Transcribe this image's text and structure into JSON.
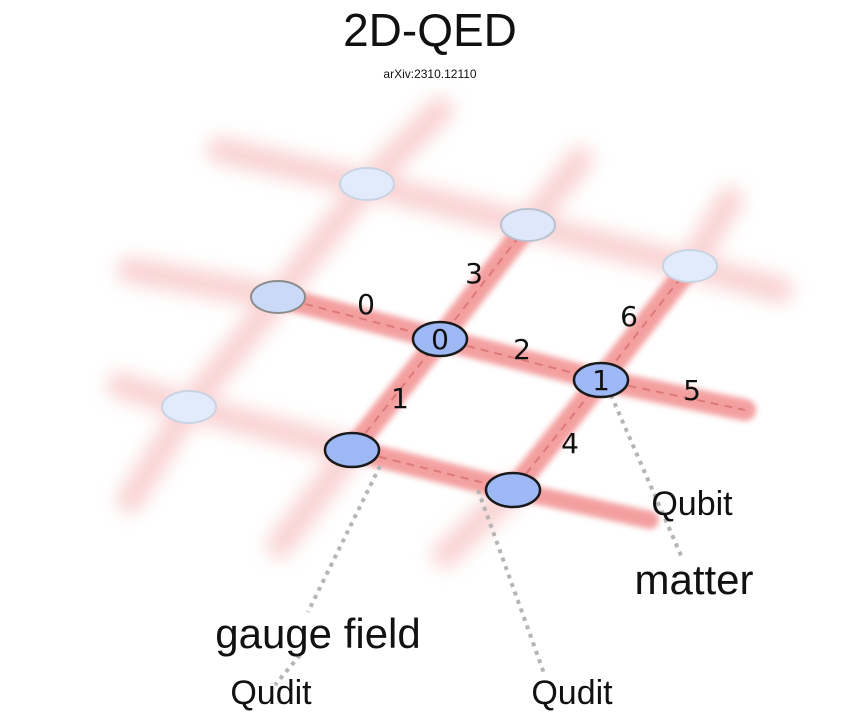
{
  "title": "2D-QED",
  "subtitle": "arXiv:2310.12110",
  "colors": {
    "link": "#f08080",
    "node_active": "#9db8f5",
    "node_faded": "#e2ebfb",
    "node_outline": "#1a1a1a",
    "leader": "#b5b5b5"
  },
  "node_labels": {
    "n0": "0",
    "n1": "1"
  },
  "link_labels": {
    "l0": "0",
    "l1": "1",
    "l2": "2",
    "l3": "3",
    "l4": "4",
    "l5": "5",
    "l6": "6"
  },
  "callouts": {
    "matter": "matter",
    "matter_qubit": "Qubit",
    "gauge_field": "gauge field",
    "gauge_qudit_left": "Qudit",
    "gauge_qudit_right": "Qudit"
  }
}
